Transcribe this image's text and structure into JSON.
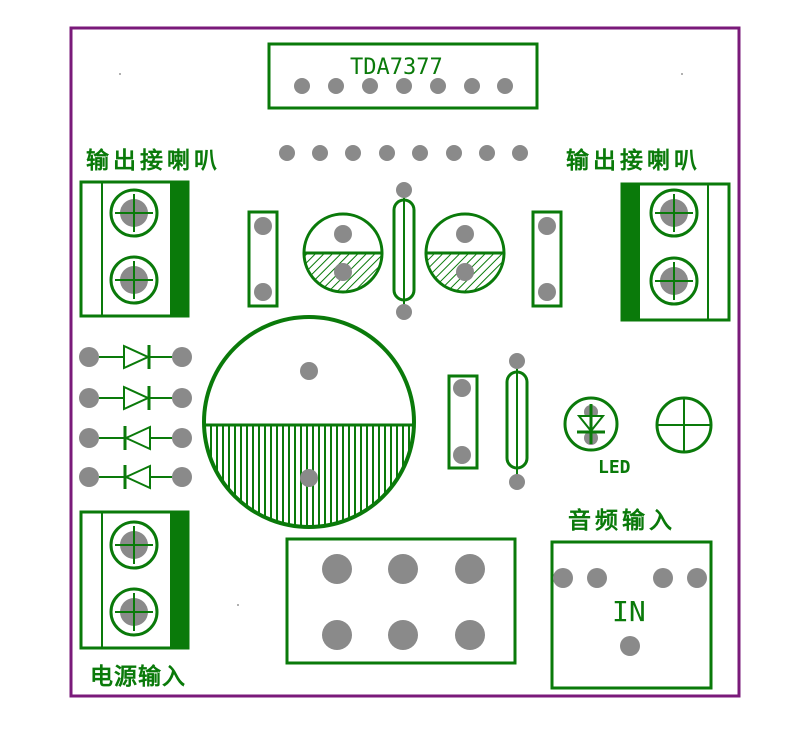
{
  "board": {
    "border_color": "#7a1a7a",
    "silk_color": "#0a7a0a",
    "pad_color": "#8a8a8a"
  },
  "labels": {
    "ic": "TDA7377",
    "speaker_out_left": "输出接喇叭",
    "speaker_out_right": "输出接喇叭",
    "power_in": "电源输入",
    "audio_in": "音频输入",
    "led": "LED",
    "in": "IN"
  }
}
